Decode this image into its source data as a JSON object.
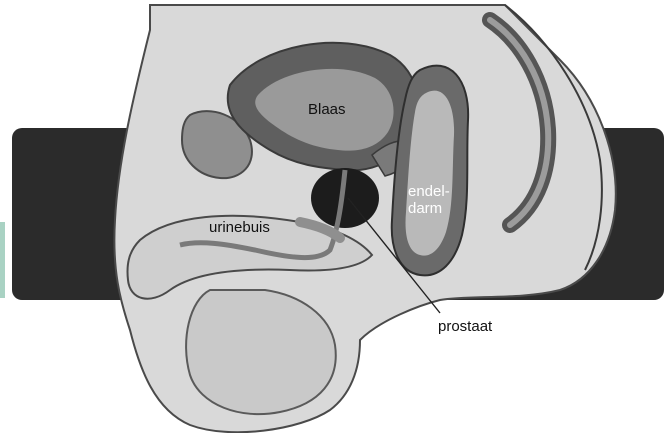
{
  "labels": {
    "bladder": "Blaas",
    "urethra": "urinebuis",
    "rectum": "endel-\ndarm",
    "prostate": "prostaat"
  },
  "colors": {
    "band": "#2b2b2b",
    "body_outline": "#3a3a3a",
    "body_fill": "#d8d8d8",
    "organ_dark": "#555555",
    "organ_mid": "#8a8a8a",
    "organ_light": "#bdbdbd",
    "prostate": "#1a1a1a",
    "accent_green": "#a9d2c3"
  }
}
